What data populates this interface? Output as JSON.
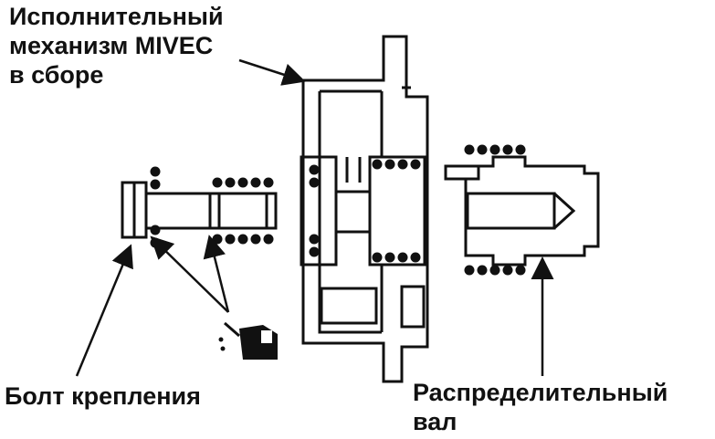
{
  "labels": {
    "actuator": [
      "Исполнительный",
      "механизм MIVEC",
      "в сборе"
    ],
    "bolt": "Болт крепления",
    "camshaft": [
      "Распределительный",
      "вал"
    ]
  },
  "colors": {
    "line": "#111111",
    "background": "#ffffff"
  },
  "icons": {
    "oil_can": "oil-can-icon"
  }
}
